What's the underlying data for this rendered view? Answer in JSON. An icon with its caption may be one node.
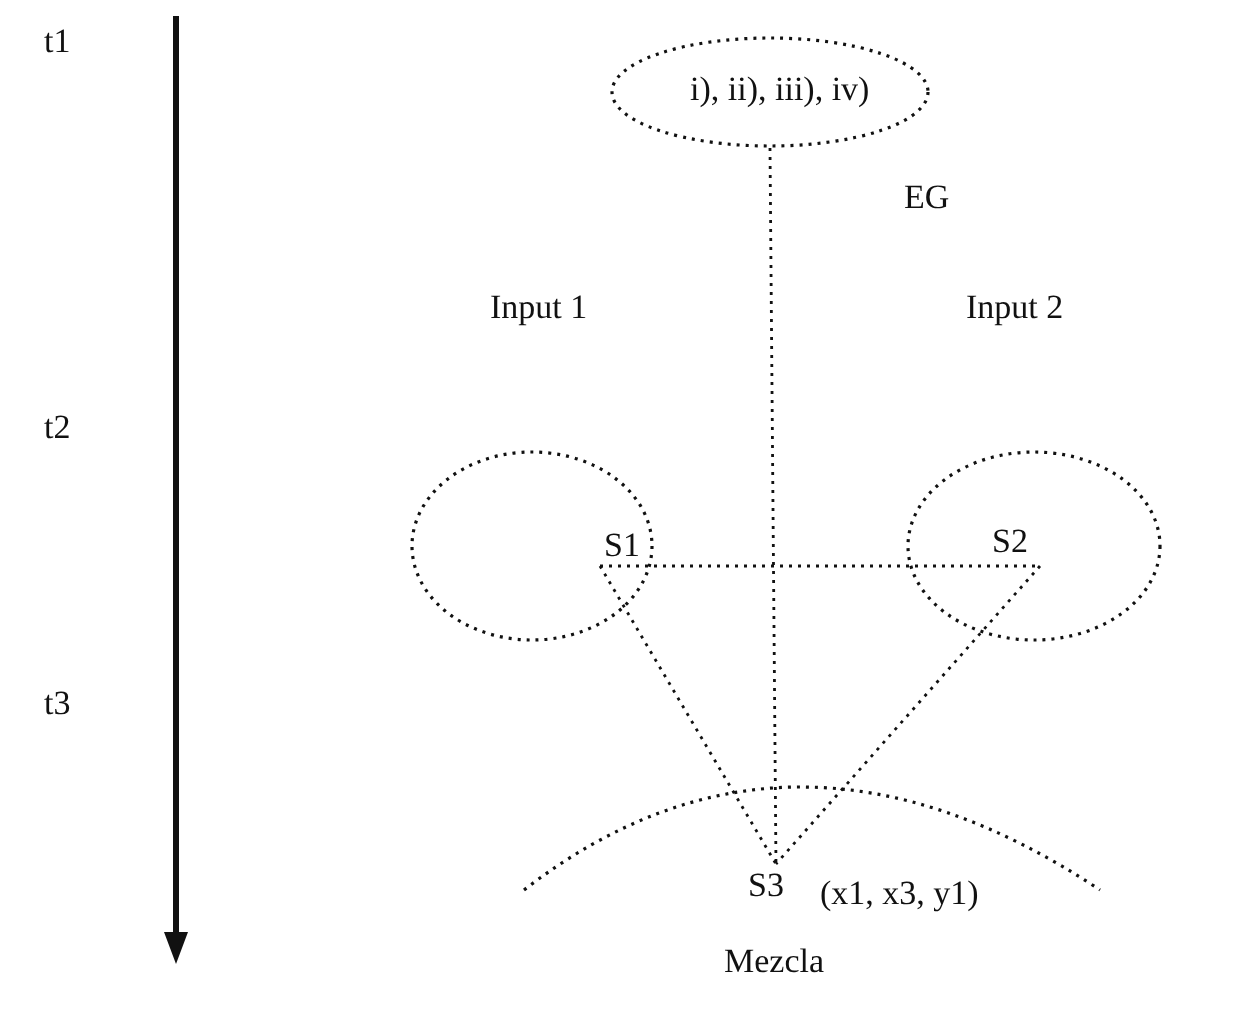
{
  "diagram": {
    "nodes": [
      {
        "text": [
          "i), ii), iii), iv)"
        ],
        "beside": [
          "EG"
        ]
      },
      {
        "text": [
          "Input 1"
        ]
      },
      {
        "text": [
          "Input 2"
        ]
      },
      {
        "text": [
          "Mezcla"
        ]
      },
      {
        "text": [
          "S1"
        ],
        "in": 1
      },
      {
        "text": [
          "S2"
        ],
        "in": 2
      },
      {
        "text": [
          "S3"
        ],
        "in": 3
      }
    ],
    "edges": [
      {
        "from": 0,
        "to": 6,
        "arrow": "none"
      },
      {
        "from": 4,
        "to": 5,
        "arrow": "none"
      },
      {
        "from": 4,
        "to": 6,
        "arrow": "none"
      },
      {
        "from": 5,
        "to": 6,
        "arrow": "none"
      }
    ],
    "labels": [
      "t1",
      "t2",
      "t3",
      "(x1, x3, y1)"
    ]
  }
}
